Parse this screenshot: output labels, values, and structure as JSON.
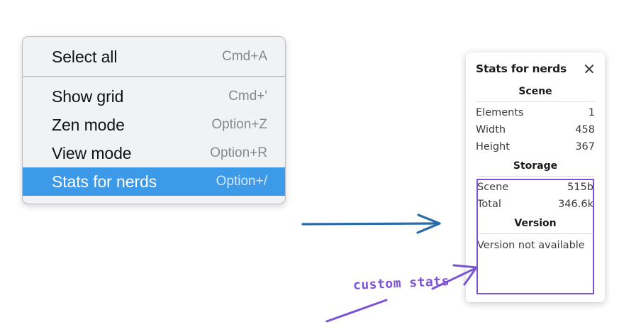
{
  "context_menu": {
    "sections": [
      {
        "items": [
          {
            "label": "Select all",
            "shortcut": "Cmd+A",
            "selected": false
          }
        ]
      },
      {
        "items": [
          {
            "label": "Show grid",
            "shortcut": "Cmd+'",
            "selected": false
          },
          {
            "label": "Zen mode",
            "shortcut": "Option+Z",
            "selected": false
          },
          {
            "label": "View mode",
            "shortcut": "Option+R",
            "selected": false
          },
          {
            "label": "Stats for nerds",
            "shortcut": "Option+/",
            "selected": true
          }
        ]
      }
    ],
    "highlight_color": "#3d9ae8"
  },
  "stats_panel": {
    "title": "Stats for nerds",
    "close_icon": "close-icon",
    "scene": {
      "heading": "Scene",
      "rows": [
        {
          "label": "Elements",
          "value": "1"
        },
        {
          "label": "Width",
          "value": "458"
        },
        {
          "label": "Height",
          "value": "367"
        }
      ]
    },
    "storage": {
      "heading": "Storage",
      "rows": [
        {
          "label": "Scene",
          "value": "515b"
        },
        {
          "label": "Total",
          "value": "346.6k"
        }
      ]
    },
    "version": {
      "heading": "Version",
      "note": "Version not available"
    }
  },
  "annotations": {
    "handwritten_label": "custom stats",
    "arrow_color": "#2a6ba8",
    "highlight_color": "#7b54d6"
  }
}
